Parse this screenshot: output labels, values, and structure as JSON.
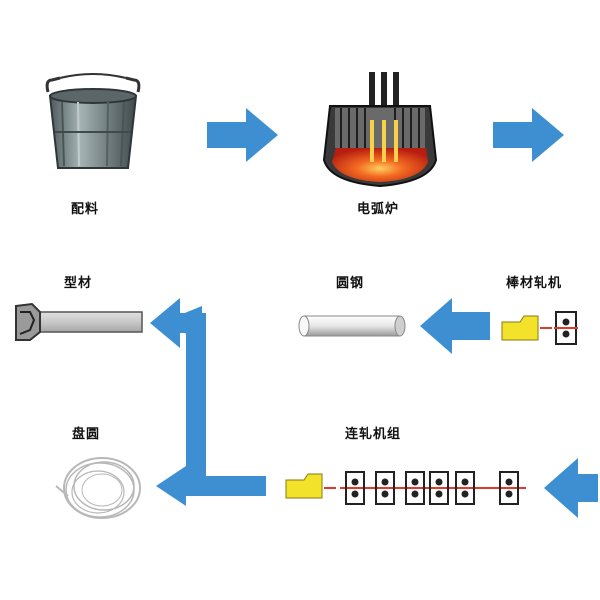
{
  "labels": {
    "batching": "配料",
    "arc_furnace": "电弧炉",
    "section_steel": "型材",
    "round_steel": "圆钢",
    "bar_mill": "棒材轧机",
    "wire_coil": "盘圆",
    "continuous_mill": "连轧机组"
  },
  "colors": {
    "arrow": "#3d8fd1",
    "furnace_glow": "#e8401c",
    "billet": "#f2e22a",
    "roll_line": "#e03a2a",
    "bucket": "#7d8a8c"
  },
  "icons": [
    "ladle-bucket-icon",
    "arc-furnace-icon",
    "section-steel-icon",
    "round-bar-icon",
    "bar-mill-icon",
    "wire-coil-icon",
    "rolling-stand-icon"
  ]
}
